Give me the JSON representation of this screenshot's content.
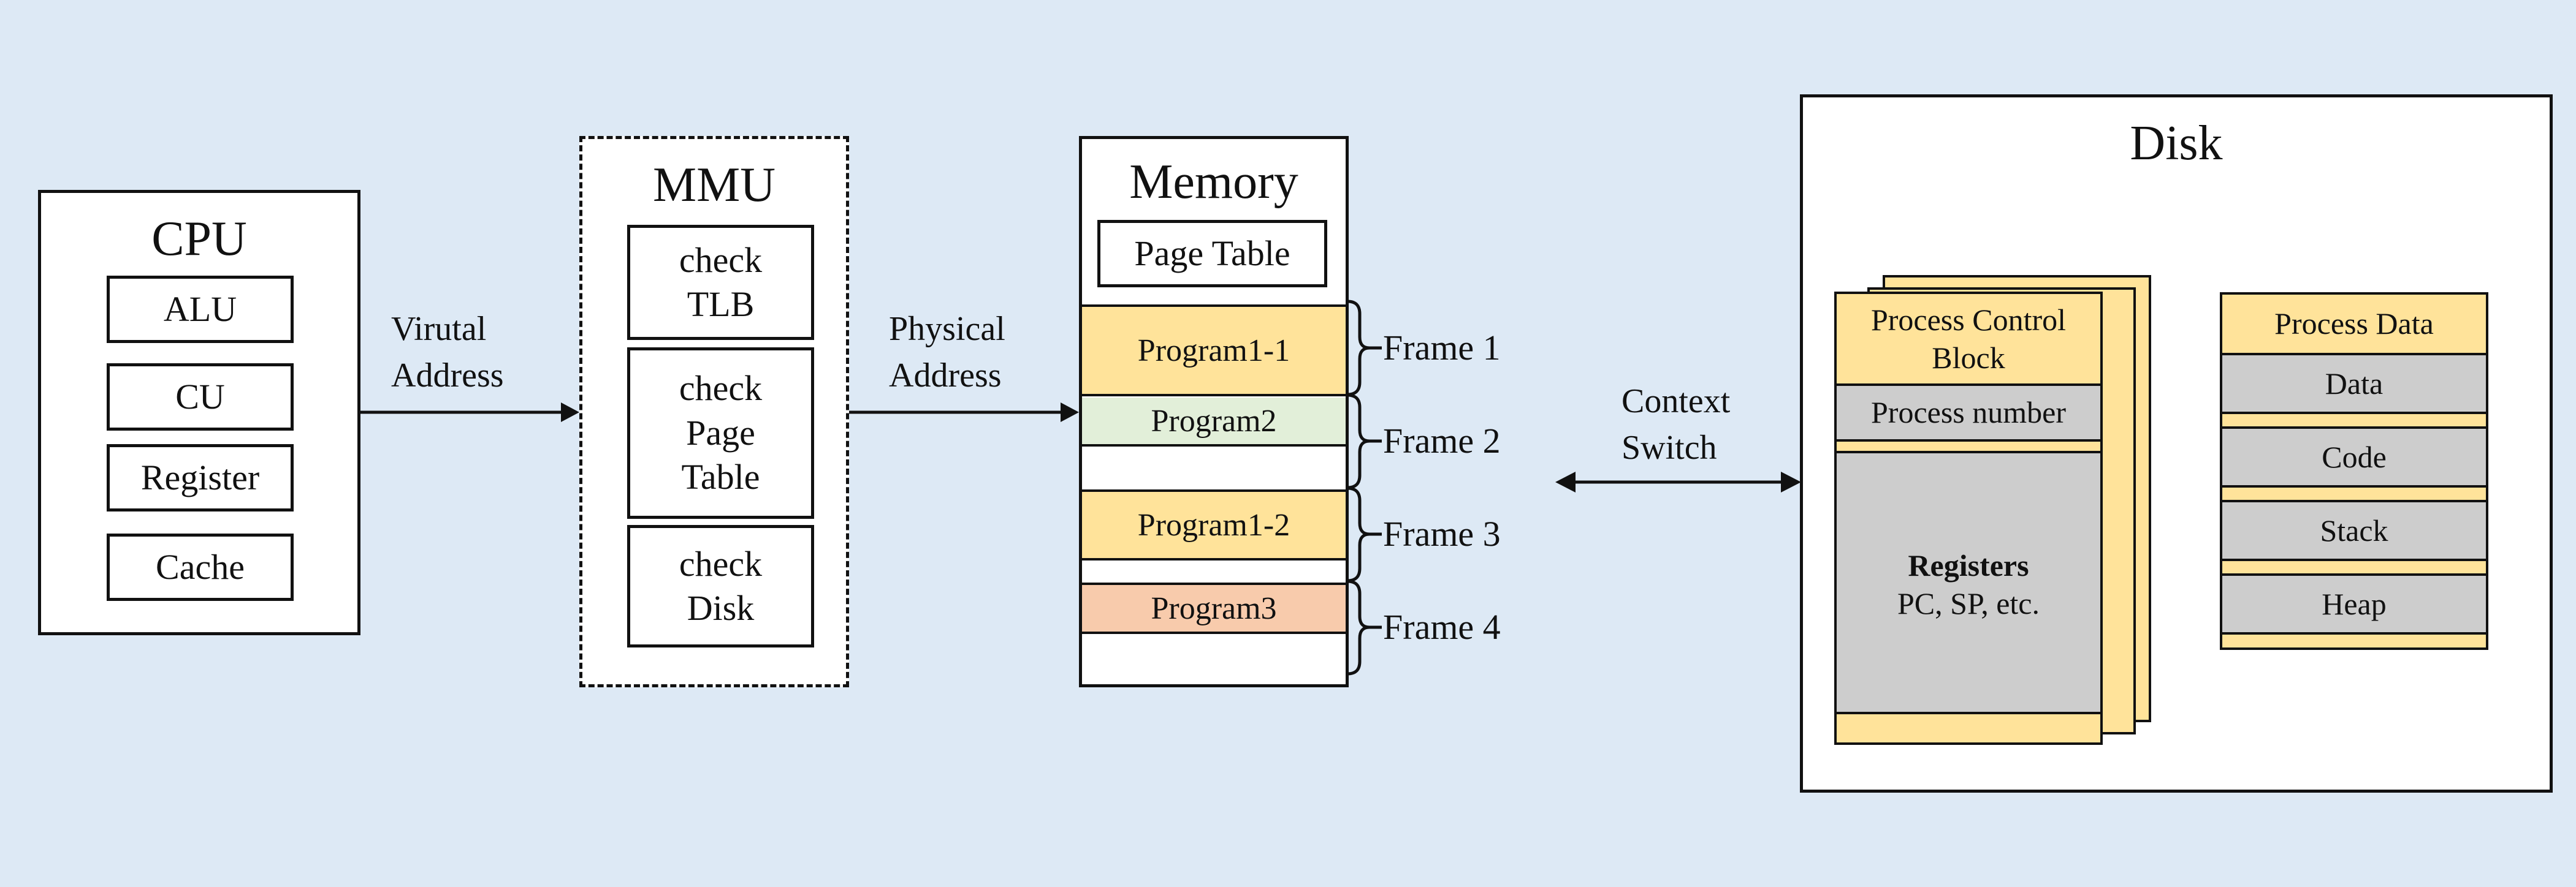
{
  "cpu": {
    "title": "CPU",
    "components": [
      "ALU",
      "CU",
      "Register",
      "Cache"
    ]
  },
  "mmu": {
    "title": "MMU",
    "steps": [
      "check\nTLB",
      "check\nPage\nTable",
      "check\nDisk"
    ]
  },
  "memory": {
    "title": "Memory",
    "page_table": "Page Table",
    "programs": [
      "Program1-1",
      "Program2",
      "Program1-2",
      "Program3"
    ],
    "frames": [
      "Frame 1",
      "Frame 2",
      "Frame 3",
      "Frame 4"
    ]
  },
  "arrows": {
    "virtual": "Virutal\nAddress",
    "physical": "Physical\nAddress",
    "context": "Context\nSwitch"
  },
  "disk": {
    "title": "Disk",
    "pcb": {
      "title": "Process Control\nBlock",
      "process_number": "Process number",
      "registers_title": "Registers",
      "registers_detail": "PC, SP, etc."
    },
    "process_data": {
      "title": "Process Data",
      "segments": [
        "Data",
        "Code",
        "Stack",
        "Heap"
      ]
    }
  },
  "colors": {
    "background": "#dde9f5",
    "yellow": "#ffe39a",
    "green": "#e2efd9",
    "orange": "#f8cbac",
    "grey": "#cdcdcd"
  }
}
